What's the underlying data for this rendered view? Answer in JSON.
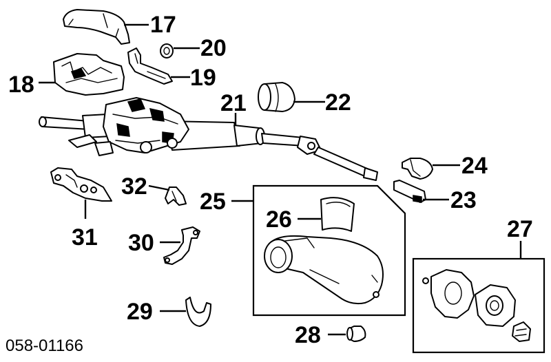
{
  "diagram": {
    "part_code": "058-01166",
    "callouts": {
      "p17": "17",
      "p18": "18",
      "p19": "19",
      "p20": "20",
      "p21": "21",
      "p22": "22",
      "p23": "23",
      "p24": "24",
      "p25": "25",
      "p26": "26",
      "p27": "27",
      "p28": "28",
      "p29": "29",
      "p30": "30",
      "p31": "31",
      "p32": "32"
    },
    "colors": {
      "line": "#000000",
      "background": "#ffffff"
    }
  }
}
